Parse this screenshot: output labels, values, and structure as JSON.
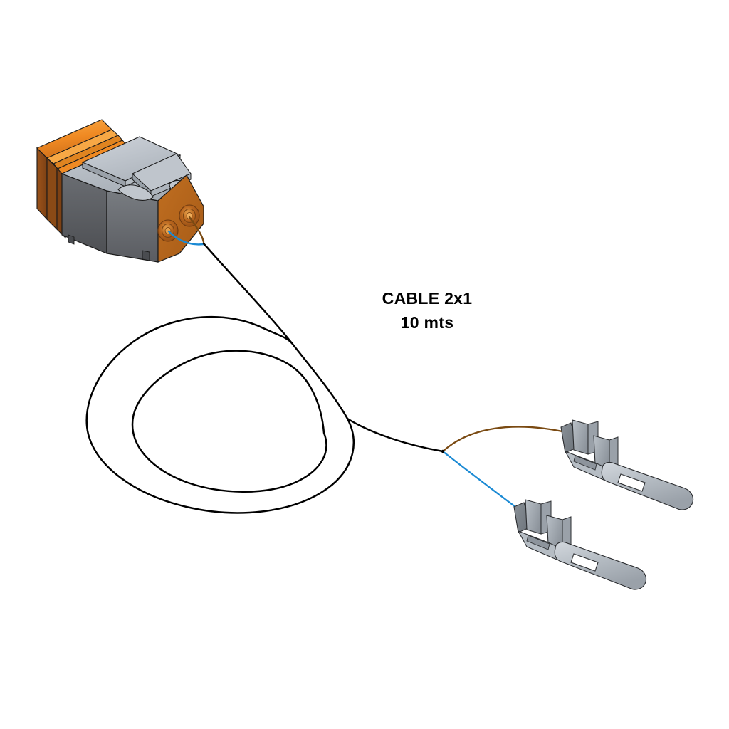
{
  "document": {
    "type": "technical-illustration",
    "subject": "wire-harness-assembly",
    "background_color": "#ffffff"
  },
  "annotations": {
    "cable_label_line1": "CABLE 2x1",
    "cable_label_line2": "10 mts"
  },
  "components": {
    "connector": {
      "name": "2-way sealed connector housing",
      "position": "upper-left",
      "ports": 2,
      "colors": {
        "body_top": "#b6bcc4",
        "body_top_light": "#c9ced5",
        "body_side_dark": "#56585c",
        "body_side_mid": "#6e7176",
        "body_front_orange": "#b8651d",
        "rib_orange": "#f08a23",
        "rib_orange_light": "#f7a845",
        "rib_orange_dark": "#8a4a16",
        "outline": "#1a1a1a"
      }
    },
    "cable": {
      "name": "2-conductor cable, coiled",
      "conductor_count": 2,
      "gauge_label": "2x1",
      "length_label": "10 mts",
      "jacket_color": "#000000",
      "loops": 2
    },
    "wires": [
      {
        "name": "brown-conductor",
        "color": "#7a4a12",
        "terminal": "upper-terminal"
      },
      {
        "name": "blue-conductor",
        "color": "#1b8ad4",
        "terminal": "lower-terminal"
      }
    ],
    "terminals": [
      {
        "name": "upper-blade-terminal",
        "type": "flat blade terminal with crimp wings and slot",
        "colors": {
          "face_light": "#c5cbd2",
          "face_mid": "#a9b0b8",
          "face_dark": "#7f868e",
          "outline": "#2b2d30"
        }
      },
      {
        "name": "lower-blade-terminal",
        "type": "flat blade terminal with crimp wings and slot",
        "colors": {
          "face_light": "#c5cbd2",
          "face_mid": "#a9b0b8",
          "face_dark": "#7f868e",
          "outline": "#2b2d30"
        }
      }
    ]
  },
  "colors": {
    "accent_orange": "#f08a23",
    "accent_blue": "#1b8ad4",
    "accent_brown": "#7a4a12",
    "metal_gray": "#b6bcc4",
    "outline": "#1a1a1a"
  }
}
